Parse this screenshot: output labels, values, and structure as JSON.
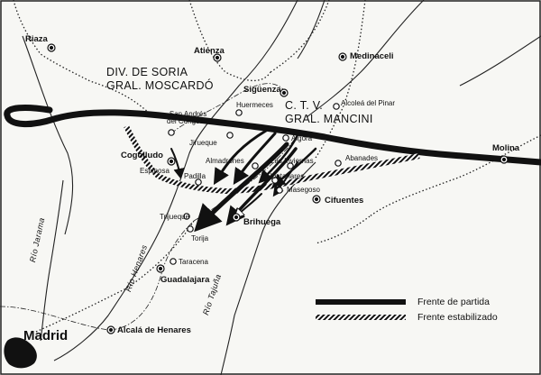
{
  "towns": {
    "riaza": "Riaza",
    "atienza": "Atienza",
    "medinaceli": "Medinaceli",
    "siguenza": "Sigüenza",
    "huermeces": "Huermeces",
    "alcolea": "Alcoleá del Pinar",
    "san_andres": "San Andrés\ndel Congosto",
    "jirueque": "Jirueque",
    "algora": "Algora",
    "almadrones": "Almadrones",
    "las_inviernas": "Las Inviernas",
    "abanades": "Abanades",
    "molina": "Molina",
    "cogolludo": "Cogolludo",
    "espinosa": "Espinosa",
    "padilla": "Padilla",
    "hontanares": "Hontanares",
    "masegoso": "Masegoso",
    "cifuentes": "Cifuentes",
    "trijueque": "Trijueque",
    "brihuega": "Brihuega",
    "torija": "Torija",
    "taracena": "Taracena",
    "guadalajara": "Guadalajara",
    "alcala": "Alcalá de Henares",
    "madrid": "Madrid"
  },
  "armies": {
    "soria_line1": "DIV. DE SORIA",
    "soria_line2": "GRAL. MOSCARDÓ",
    "ctv_line1": "C. T. V.",
    "ctv_line2": "GRAL. MANCINI"
  },
  "rivers": {
    "jarama": "Río Jarama",
    "henares": "Río Henares",
    "tajuna": "Río Tajuña"
  },
  "legend": {
    "start_front": "Frente de partida",
    "stabilized_front": "Frente estabilizado"
  },
  "colors": {
    "ink": "#111111",
    "background": "#f7f7f4",
    "paper": "#ffffff"
  }
}
